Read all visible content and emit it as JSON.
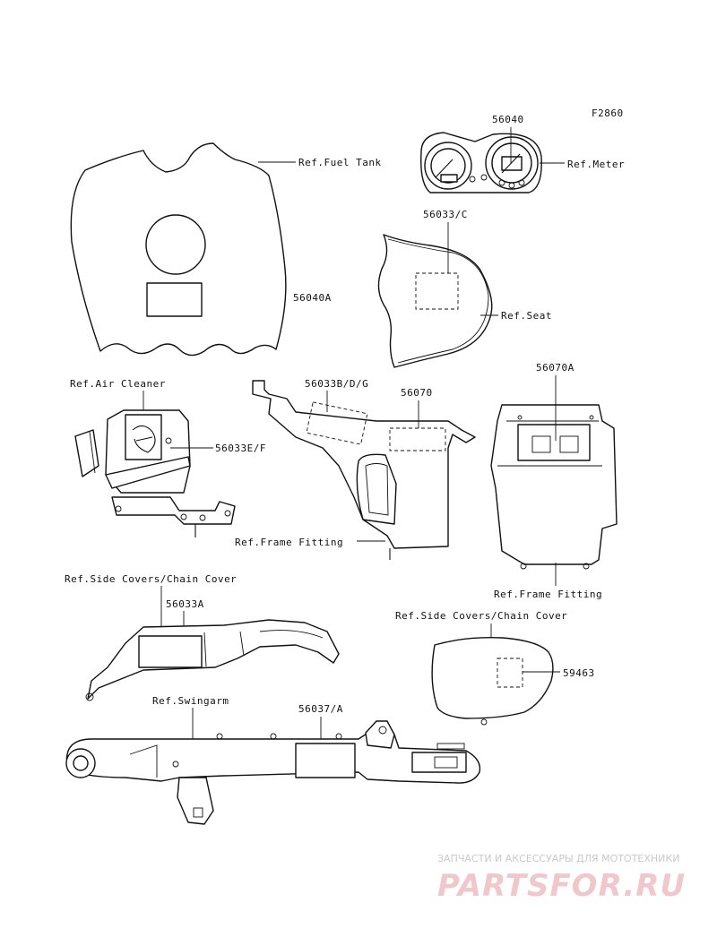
{
  "figure_code": "F2860",
  "labels": {
    "ref_fuel_tank": "Ref.Fuel Tank",
    "p56040": "56040",
    "ref_meter": "Ref.Meter",
    "p56033c": "56033/C",
    "ref_seat": "Ref.Seat",
    "p56040a": "56040A",
    "ref_air_cleaner": "Ref.Air Cleaner",
    "p56033ef": "56033E/F",
    "p56033bdg": "56033B/D/G",
    "p56070": "56070",
    "p56070a": "56070A",
    "ref_frame_fitting_1": "Ref.Frame Fitting",
    "ref_frame_fitting_2": "Ref.Frame Fitting",
    "ref_side_covers_1": "Ref.Side Covers/Chain Cover",
    "p56033a": "56033A",
    "ref_side_covers_2": "Ref.Side Covers/Chain Cover",
    "p59463": "59463",
    "ref_swingarm": "Ref.Swingarm",
    "p56037a": "56037/A"
  },
  "watermark": {
    "tagline": "ЗАПЧАСТИ И АКСЕССУАРЫ ДЛЯ МОТОТЕХНИКИ",
    "brand": "PARTSFOR.RU"
  }
}
